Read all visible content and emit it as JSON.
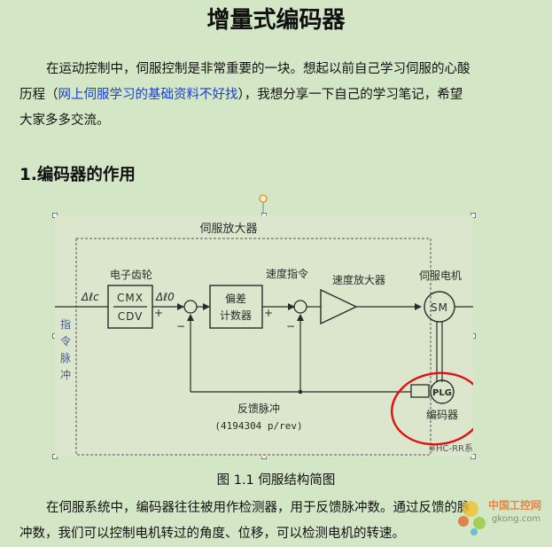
{
  "doc": {
    "title": "增量式编码器",
    "intro_line1": "在运动控制中，伺服控制是非常重要的一块。想起以前自己学习伺服的心酸",
    "intro_line2_a": "历程（",
    "intro_line2_link": "网上伺服学习的基础资料不好找",
    "intro_line2_b": "），我想分享一下自己的学习笔记，希望",
    "intro_line3": "大家多多交流。",
    "section_heading": "1.编码器的作用",
    "caption": "图 1.1 伺服结构简图",
    "body_line1": "在伺服系统中，编码器往往被用作检测器，用于反馈脉冲数。通过反馈的脉",
    "body_line2": "冲数，我们可以控制电机转过的角度、位移，可以检测电机的转速。"
  },
  "diagram": {
    "servo_amp_label": "伺服放大器",
    "input_label": "指令脉冲",
    "input_chars": [
      "指",
      "令",
      "脉",
      "冲"
    ],
    "delta_lc": "Δℓc",
    "gear_label": "电子齿轮",
    "gear_num": "CMX",
    "gear_den": "CDV",
    "delta_l0": "Δℓ0",
    "plus": "+",
    "minus": "−",
    "counter_line1": "偏差",
    "counter_line2": "计数器",
    "speed_cmd": "速度指令",
    "speed_amp": "速度放大器",
    "motor_label": "伺服电机",
    "motor_text": "SM",
    "encoder_text": "PLG",
    "encoder_label": "编码器",
    "feedback_label": "反馈脉冲",
    "feedback_value": "(4194304 p/rev)",
    "series_note": "※HC-RR系"
  },
  "watermark": {
    "text_top": "中国工控网",
    "text_bottom": "gkong.com"
  },
  "colors": {
    "page_bg": "#d3e6c6",
    "link": "#1a3fd4",
    "highlight_circle": "#e01010",
    "diagram_ink": "#2b2b2b"
  }
}
